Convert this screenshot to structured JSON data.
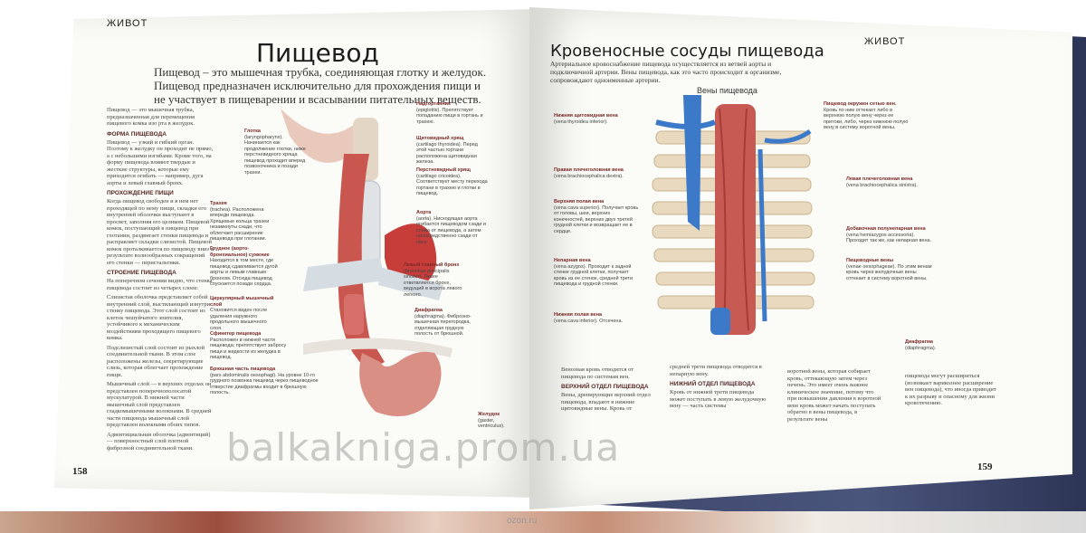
{
  "left_page": {
    "section_tag": "ЖИВОТ",
    "title": "Пищевод",
    "lead": "Пищевод – это мышечная трубка, соединяющая глотку и желудок. Пищевод предназначен исключительно для прохождения пищи и не участвует в пищеварении и всасывании питательных веществ.",
    "intro": "Пищевод — это мышечная трубка, предназначенная для перемещения пищевого комка изо рта в желудок.",
    "shape_heading": "ФОРМА ПИЩЕВОДА",
    "shape_text": "Пищевод — узкий и гибкий орган. Поэтому к желудку он проходит не прямо, а с небольшими изгибами. Кроме того, на форму пищевода влияют твердые и жесткие структуры, которые ему приходится огибать — например, дуга аорты и левый главный бронх.",
    "passage_heading": "ПРОХОЖДЕНИЕ ПИЩИ",
    "passage_text": "Когда пищевод свободен и в нем нет проходящей по нему пищи, складки его внутренней оболочки выступают в просвет, заполняя его целиком. Пищевой комок, поступающий в пищевод при глотании, раздвигает стенки пищевода и расправляет складки слизистой. Пищевой комок проталкивается по пищеводу вниз в результате волнообразных сокращений его стенки — перистальтики.",
    "structure_heading": "СТРОЕНИЕ ПИЩЕВОДА",
    "structure_text": "На поперечном сечении видно, что стенка пищевода состоит из четырех слоев:",
    "bullets": [
      "Слизистая оболочка представляет собой внутренний слой, выстилающий изнутри стенку пищевода. Этот слой состоит из клеток чешуйчатого эпителия, устойчивого к механическим воздействиям проходящего пищевого комка.",
      "Подслизистый слой состоит из рыхлой соединительной ткани. В этом слое расположены железы, секретирующие слизь, которая облегчает прохождение пищи.",
      "Мышечный слой — в верхних отделах он представлен поперечнополосатой мускулатурой. В нижней части мышечный слой представлен гладкомышечными волокнами. В средней части пищевода мышечный слой представлен волокнами обоих типов.",
      "Адвентициальная оболочка (адвентиций) — поверхностный слой плотной фиброзной соединительной ткани."
    ],
    "callouts": [
      {
        "title": "Надгортанник",
        "text": "(epiglottis). Препятствует попаданию пищи в гортань и трахею."
      },
      {
        "title": "Глотка",
        "text": "(laryngopharynx). Начинается как продолжение глотки, ниже перстневидного хряща пищевод проходит вперед позвоночника и позади трахеи."
      },
      {
        "title": "Щитовидный хрящ",
        "text": "(cartilago thyroidea). Перед этой частью гортани расположена щитовидная железа."
      },
      {
        "title": "Перстневидный хрящ",
        "text": "(cartilago cricoidea). Соответствует месту перехода гортани в трахею и глотки в пищевод."
      },
      {
        "title": "Трахея",
        "text": "(trachea). Расположена впереди пищевода. Хрящевые кольца трахеи незамкнуты сзади, что облегчает расширение пищевода при глотании."
      },
      {
        "title": "Аорта",
        "text": "(aorta). Нисходящая аорта огибается пищеводом сзади и слева от пищевода, а затем непосредственно сзади от него."
      },
      {
        "title": "Грудное (аорто-бронхиальное) сужение",
        "text": "Находится в том месте, где пищевод сдавливается дугой аорты и левым главным бронхом. Отсюда пищевод спускается позади сердца."
      },
      {
        "title": "Левый главный бронх",
        "text": "(bronchus principalis sinister). Левее ответвляется бронх, ведущий в ворота левого легкого."
      },
      {
        "title": "Циркулярный мышечный слой",
        "text": "Становится виден после удаления наружного продольного мышечного слоя."
      },
      {
        "title": "Диафрагма",
        "text": "(diaphragma). Фиброзно-мышечная перегородка, отделяющая грудную полость от брюшной."
      },
      {
        "title": "Сфинктер пищевода",
        "text": "Расположен в нижней части пищевода; препятствует забросу пищи и жидкости из желудка в пищевод."
      },
      {
        "title": "Брюшная часть пищевода",
        "text": "(pars abdominalis oesophagi). На уровне 10-го грудного позвонка пищевод через пищеводное отверстие диафрагмы входит в брюшную полость."
      },
      {
        "title": "Желудок",
        "text": "(gaster, ventriculus)."
      }
    ],
    "page_number": "158"
  },
  "right_page": {
    "section_tag": "ЖИВОТ",
    "title": "Кровеносные сосуды пищевода",
    "lead": "Артериальное кровоснабжение пищевода осуществляется из ветвей аорты и подключичной артерии. Вены пищевода, как это часто происходит в организме, сопровождают одноименные артерии.",
    "figure_caption": "Вены пищевода",
    "callouts_left": [
      {
        "title": "Нижняя щитовидная вена",
        "text": "(vena thyroidea inferior)."
      },
      {
        "title": "Правая плечеголовная вена",
        "text": "(vena brachiocephalica dextra)."
      },
      {
        "title": "Верхняя полая вена",
        "text": "(vena cava superior). Получает кровь от головы, шеи, верхних конечностей, верхних двух третей грудной клетки и возвращает ее в сердце."
      },
      {
        "title": "Непарная вена",
        "text": "(vena azygos). Проходит к задней стенке грудной клетки, получает кровь из ее стенок, средней трети пищевода и грудной стенки."
      },
      {
        "title": "Нижняя полая вена",
        "text": "(vena cava inferior). Отсечена."
      }
    ],
    "callouts_right": [
      {
        "title": "Пищевод окружен сетью вен.",
        "text": "Кровь по ним оттекает либо в верхнюю полую вену через ее притоки, либо, через нижнюю полую вену в систему воротной вены."
      },
      {
        "title": "Левая плечеголовная вена",
        "text": "(vena brachiocephalica sinistra)."
      },
      {
        "title": "Добавочная полунепарная вена",
        "text": "(vena hemiazygos accessoria). Проходит так же, как непарная вена."
      },
      {
        "title": "Пищеводные вены",
        "text": "(venae oesophageae). По этим венам кровь через желудочные вены оттекает в систему воротной вены."
      },
      {
        "title": "Диафрагма",
        "text": "(diaphragma)."
      }
    ],
    "text_col1_intro": "Венозная кровь отводится от пищевода по системам вен.",
    "text_col1_heading": "ВЕРХНИЙ ОТДЕЛ ПИЩЕВОДА",
    "text_col1": "Вены, дренирующие верхний отдел пищевода, впадают в нижние щитовидные вены. Кровь от",
    "text_col2_intro": "средней трети пищевода отводится в непарную вену.",
    "text_col2_heading": "НИЖНИЙ ОТДЕЛ ПИЩЕВОДА",
    "text_col2": "Кровь от нижней трети пищевода может поступать в левую желудочную вену — часть системы",
    "text_col3": "воротной вены, которая собирает кровь, оттекающую затем через печень. Это имеет очень важное клиническое значение, потому что при повышении давления в воротной вене кровь может начать поступать обратно в вены пищевода, в результате вены",
    "text_col4": "пищевода могут расшириться (возникает варикозное расширение вен пищевода), что иногда приводит к их разрыву и опасному для жизни кровотечению.",
    "page_number": "159"
  },
  "watermark": "balkakniga.prom.ua",
  "corner_mark": "ozon.ru"
}
